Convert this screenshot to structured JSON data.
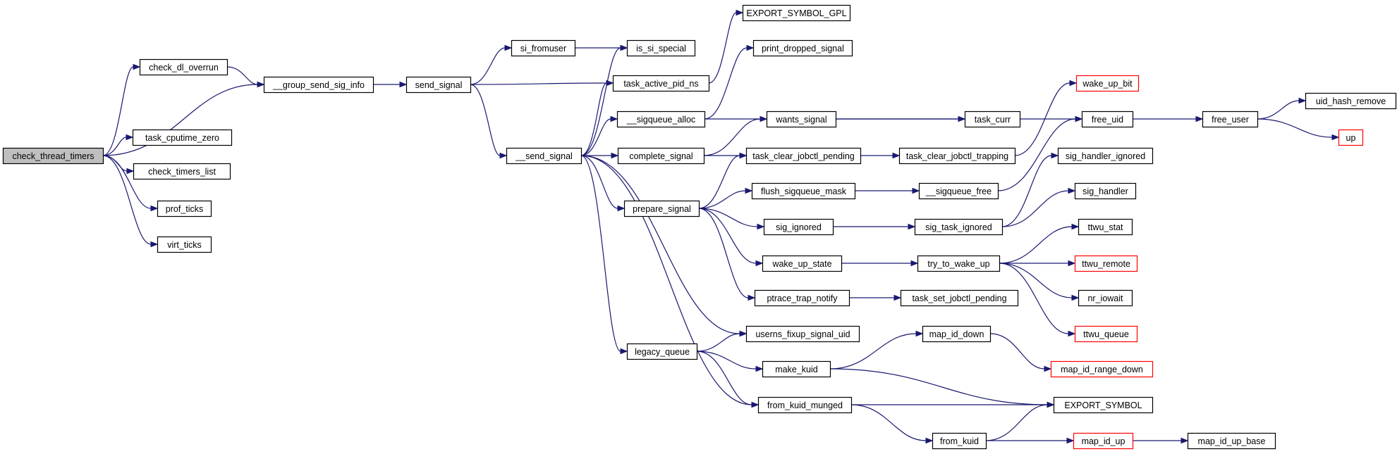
{
  "colors": {
    "edge": "#191970",
    "node_border": "#000000",
    "node_border_external": "#ff0000",
    "root_fill": "#bfbfbf",
    "node_fill": "#ffffff"
  },
  "nodes": [
    {
      "id": "check_thread_timers",
      "label": "check_thread_timers",
      "style": "root"
    },
    {
      "id": "check_dl_overrun",
      "label": "check_dl_overrun",
      "style": "normal"
    },
    {
      "id": "group_send_sig_info",
      "label": "__group_send_sig_info",
      "style": "normal"
    },
    {
      "id": "task_cputime_zero",
      "label": "task_cputime_zero",
      "style": "normal"
    },
    {
      "id": "check_timers_list",
      "label": "check_timers_list",
      "style": "normal"
    },
    {
      "id": "prof_ticks",
      "label": "prof_ticks",
      "style": "normal"
    },
    {
      "id": "virt_ticks",
      "label": "virt_ticks",
      "style": "normal"
    },
    {
      "id": "send_signal",
      "label": "send_signal",
      "style": "normal"
    },
    {
      "id": "si_fromuser",
      "label": "si_fromuser",
      "style": "normal"
    },
    {
      "id": "send_signal2",
      "label": "__send_signal",
      "style": "normal"
    },
    {
      "id": "is_si_special",
      "label": "is_si_special",
      "style": "normal"
    },
    {
      "id": "task_active_pid_ns",
      "label": "task_active_pid_ns",
      "style": "normal"
    },
    {
      "id": "sigqueue_alloc",
      "label": "__sigqueue_alloc",
      "style": "normal"
    },
    {
      "id": "complete_signal",
      "label": "complete_signal",
      "style": "normal"
    },
    {
      "id": "prepare_signal",
      "label": "prepare_signal",
      "style": "normal"
    },
    {
      "id": "legacy_queue",
      "label": "legacy_queue",
      "style": "normal"
    },
    {
      "id": "export_symbol_gpl",
      "label": "EXPORT_SYMBOL_GPL",
      "style": "normal"
    },
    {
      "id": "print_dropped_signal",
      "label": "print_dropped_signal",
      "style": "normal"
    },
    {
      "id": "wants_signal",
      "label": "wants_signal",
      "style": "normal"
    },
    {
      "id": "task_curr",
      "label": "task_curr",
      "style": "normal"
    },
    {
      "id": "task_clear_jobctl_pending",
      "label": "task_clear_jobctl_pending",
      "style": "normal"
    },
    {
      "id": "task_clear_jobctl_trapping",
      "label": "task_clear_jobctl_trapping",
      "style": "normal"
    },
    {
      "id": "flush_sigqueue_mask",
      "label": "flush_sigqueue_mask",
      "style": "normal"
    },
    {
      "id": "sigqueue_free",
      "label": "__sigqueue_free",
      "style": "normal"
    },
    {
      "id": "sig_ignored",
      "label": "sig_ignored",
      "style": "normal"
    },
    {
      "id": "sig_task_ignored",
      "label": "sig_task_ignored",
      "style": "normal"
    },
    {
      "id": "wake_up_state",
      "label": "wake_up_state",
      "style": "normal"
    },
    {
      "id": "try_to_wake_up",
      "label": "try_to_wake_up",
      "style": "normal"
    },
    {
      "id": "ptrace_trap_notify",
      "label": "ptrace_trap_notify",
      "style": "normal"
    },
    {
      "id": "task_set_jobctl_pending",
      "label": "task_set_jobctl_pending",
      "style": "normal"
    },
    {
      "id": "userns_fixup_signal_uid",
      "label": "userns_fixup_signal_uid",
      "style": "normal"
    },
    {
      "id": "make_kuid",
      "label": "make_kuid",
      "style": "normal"
    },
    {
      "id": "map_id_down",
      "label": "map_id_down",
      "style": "normal"
    },
    {
      "id": "map_id_range_down",
      "label": "map_id_range_down",
      "style": "external"
    },
    {
      "id": "from_kuid_munged",
      "label": "from_kuid_munged",
      "style": "normal"
    },
    {
      "id": "export_symbol",
      "label": "EXPORT_SYMBOL",
      "style": "normal"
    },
    {
      "id": "from_kuid",
      "label": "from_kuid",
      "style": "normal"
    },
    {
      "id": "map_id_up",
      "label": "map_id_up",
      "style": "external"
    },
    {
      "id": "map_id_up_base",
      "label": "map_id_up_base",
      "style": "normal"
    },
    {
      "id": "wake_up_bit",
      "label": "wake_up_bit",
      "style": "external"
    },
    {
      "id": "free_uid",
      "label": "free_uid",
      "style": "normal"
    },
    {
      "id": "free_user",
      "label": "free_user",
      "style": "normal"
    },
    {
      "id": "uid_hash_remove",
      "label": "uid_hash_remove",
      "style": "normal"
    },
    {
      "id": "up",
      "label": "up",
      "style": "external"
    },
    {
      "id": "sig_handler_ignored",
      "label": "sig_handler_ignored",
      "style": "normal"
    },
    {
      "id": "sig_handler",
      "label": "sig_handler",
      "style": "normal"
    },
    {
      "id": "ttwu_stat",
      "label": "ttwu_stat",
      "style": "normal"
    },
    {
      "id": "ttwu_remote",
      "label": "ttwu_remote",
      "style": "external"
    },
    {
      "id": "nr_iowait",
      "label": "nr_iowait",
      "style": "normal"
    },
    {
      "id": "ttwu_queue",
      "label": "ttwu_queue",
      "style": "external"
    }
  ],
  "edges": [
    {
      "from": "check_thread_timers",
      "to": "check_dl_overrun"
    },
    {
      "from": "check_thread_timers",
      "to": "group_send_sig_info"
    },
    {
      "from": "check_thread_timers",
      "to": "task_cputime_zero"
    },
    {
      "from": "check_thread_timers",
      "to": "check_timers_list"
    },
    {
      "from": "check_thread_timers",
      "to": "prof_ticks"
    },
    {
      "from": "check_thread_timers",
      "to": "virt_ticks"
    },
    {
      "from": "check_dl_overrun",
      "to": "group_send_sig_info"
    },
    {
      "from": "group_send_sig_info",
      "to": "send_signal"
    },
    {
      "from": "send_signal",
      "to": "si_fromuser"
    },
    {
      "from": "send_signal",
      "to": "task_active_pid_ns"
    },
    {
      "from": "send_signal",
      "to": "send_signal2"
    },
    {
      "from": "si_fromuser",
      "to": "is_si_special"
    },
    {
      "from": "send_signal2",
      "to": "is_si_special"
    },
    {
      "from": "send_signal2",
      "to": "task_active_pid_ns"
    },
    {
      "from": "send_signal2",
      "to": "sigqueue_alloc"
    },
    {
      "from": "send_signal2",
      "to": "complete_signal"
    },
    {
      "from": "send_signal2",
      "to": "prepare_signal"
    },
    {
      "from": "send_signal2",
      "to": "legacy_queue"
    },
    {
      "from": "send_signal2",
      "to": "userns_fixup_signal_uid"
    },
    {
      "from": "send_signal2",
      "to": "from_kuid_munged"
    },
    {
      "from": "task_active_pid_ns",
      "to": "export_symbol_gpl"
    },
    {
      "from": "sigqueue_alloc",
      "to": "print_dropped_signal"
    },
    {
      "from": "sigqueue_alloc",
      "to": "free_uid"
    },
    {
      "from": "complete_signal",
      "to": "wants_signal"
    },
    {
      "from": "complete_signal",
      "to": "task_clear_jobctl_pending"
    },
    {
      "from": "wants_signal",
      "to": "task_curr"
    },
    {
      "from": "prepare_signal",
      "to": "task_clear_jobctl_pending"
    },
    {
      "from": "prepare_signal",
      "to": "flush_sigqueue_mask"
    },
    {
      "from": "prepare_signal",
      "to": "sig_ignored"
    },
    {
      "from": "prepare_signal",
      "to": "wake_up_state"
    },
    {
      "from": "prepare_signal",
      "to": "ptrace_trap_notify"
    },
    {
      "from": "task_clear_jobctl_pending",
      "to": "task_clear_jobctl_trapping"
    },
    {
      "from": "task_clear_jobctl_trapping",
      "to": "wake_up_bit"
    },
    {
      "from": "flush_sigqueue_mask",
      "to": "sigqueue_free"
    },
    {
      "from": "sigqueue_free",
      "to": "free_uid"
    },
    {
      "from": "sig_ignored",
      "to": "sig_task_ignored"
    },
    {
      "from": "sig_task_ignored",
      "to": "sig_handler_ignored"
    },
    {
      "from": "sig_task_ignored",
      "to": "sig_handler"
    },
    {
      "from": "wake_up_state",
      "to": "try_to_wake_up"
    },
    {
      "from": "try_to_wake_up",
      "to": "ttwu_stat"
    },
    {
      "from": "try_to_wake_up",
      "to": "ttwu_remote"
    },
    {
      "from": "try_to_wake_up",
      "to": "nr_iowait"
    },
    {
      "from": "try_to_wake_up",
      "to": "ttwu_queue"
    },
    {
      "from": "ptrace_trap_notify",
      "to": "task_set_jobctl_pending"
    },
    {
      "from": "legacy_queue",
      "to": "userns_fixup_signal_uid"
    },
    {
      "from": "legacy_queue",
      "to": "make_kuid"
    },
    {
      "from": "legacy_queue",
      "to": "from_kuid_munged"
    },
    {
      "from": "make_kuid",
      "to": "map_id_down"
    },
    {
      "from": "make_kuid",
      "to": "export_symbol"
    },
    {
      "from": "map_id_down",
      "to": "map_id_range_down"
    },
    {
      "from": "from_kuid_munged",
      "to": "export_symbol"
    },
    {
      "from": "from_kuid_munged",
      "to": "from_kuid"
    },
    {
      "from": "from_kuid",
      "to": "export_symbol"
    },
    {
      "from": "from_kuid",
      "to": "map_id_up"
    },
    {
      "from": "map_id_up",
      "to": "map_id_up_base"
    },
    {
      "from": "free_uid",
      "to": "free_user"
    },
    {
      "from": "free_user",
      "to": "uid_hash_remove"
    },
    {
      "from": "free_user",
      "to": "up"
    }
  ]
}
